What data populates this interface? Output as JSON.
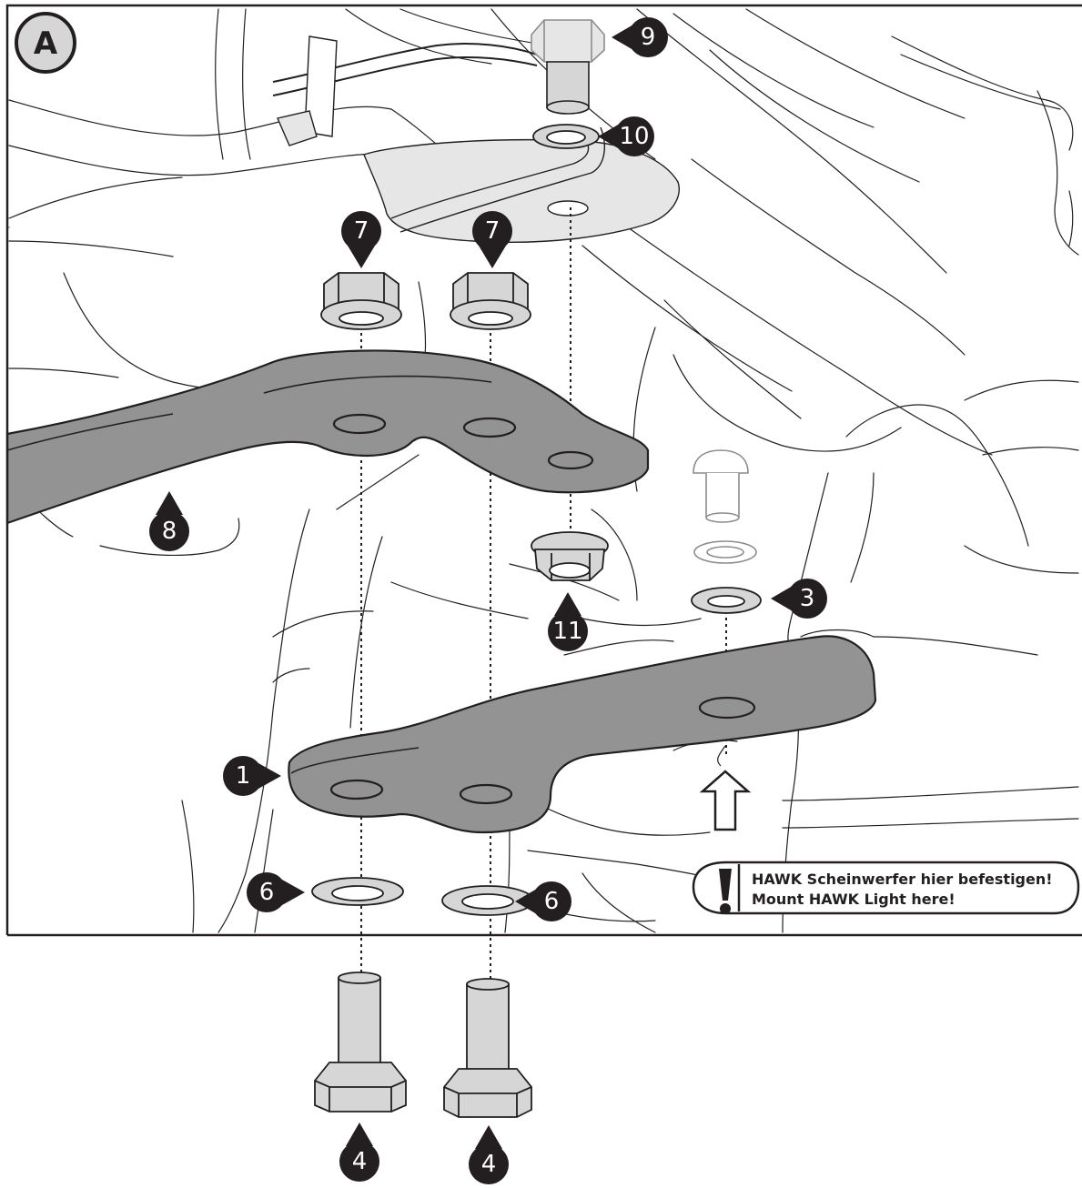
{
  "section_label": "A",
  "callouts": [
    {
      "id": "c1",
      "number": "1"
    },
    {
      "id": "c3",
      "number": "3"
    },
    {
      "id": "c4a",
      "number": "4"
    },
    {
      "id": "c4b",
      "number": "4"
    },
    {
      "id": "c6a",
      "number": "6"
    },
    {
      "id": "c6b",
      "number": "6"
    },
    {
      "id": "c7a",
      "number": "7"
    },
    {
      "id": "c7b",
      "number": "7"
    },
    {
      "id": "c8",
      "number": "8"
    },
    {
      "id": "c9",
      "number": "9"
    },
    {
      "id": "c10",
      "number": "10"
    },
    {
      "id": "c11",
      "number": "11"
    }
  ],
  "note": {
    "icon": "exclamation-icon",
    "line1": "HAWK Scheinwerfer hier befestigen!",
    "line2": "Mount HAWK Light here!"
  },
  "colors": {
    "line": "#231f20",
    "bracket": "#939393",
    "part": "#d6d6d6",
    "callout": "#231f20"
  }
}
